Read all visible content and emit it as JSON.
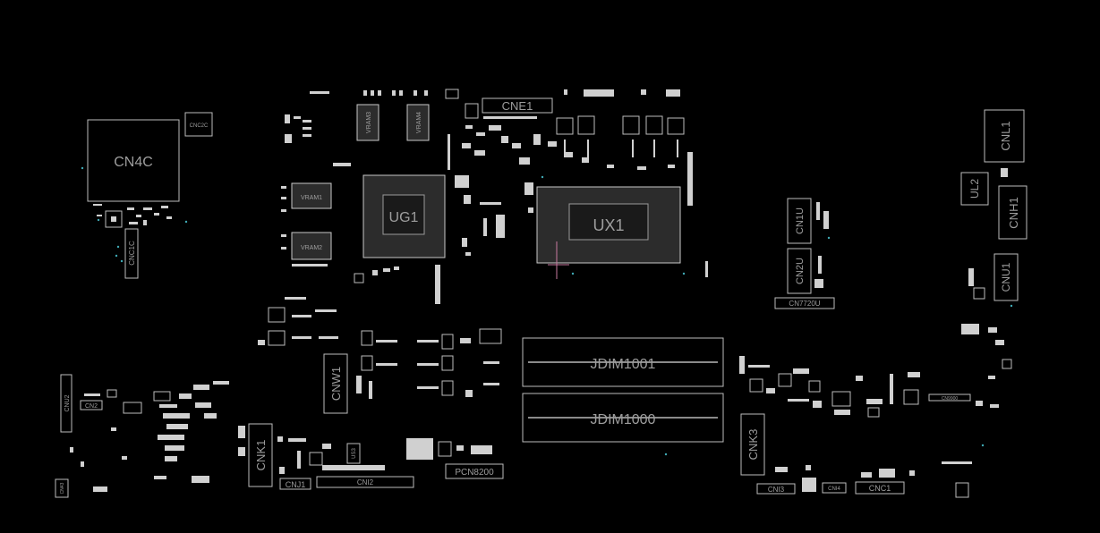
{
  "board": {
    "background": "#000000",
    "outline_color": "#bdbdbd",
    "label_color": "#9d9d9d",
    "via_color": "#3fa9b5"
  },
  "components": {
    "cn4c": "CN4C",
    "cnc2c": "CNC2C",
    "cnc1c": "CNC1C",
    "vram3": "VRAM3",
    "vram4": "VRAM4",
    "vram1": "VRAM1",
    "vram2": "VRAM2",
    "ug1": "UG1",
    "cne1": "CNE1",
    "ux1": "UX1",
    "cn1u": "CN1U",
    "cn2u": "CN2U",
    "cn7720u": "CN7720U",
    "cnl1": "CNL1",
    "ul2": "UL2",
    "cnh1": "CNH1",
    "cnu1": "CNU1",
    "cnu2": "CNU2",
    "cn2": "CN2",
    "cnw1": "CNW1",
    "jdim1001": "JDIM1001",
    "jdim1000": "JDIM1000",
    "cnk1": "CNK1",
    "cnj1": "CNJ1",
    "cni2": "CNI2",
    "us3": "US3",
    "pcn8200": "PCN8200",
    "cnk3": "CNK3",
    "cni3": "CNI3",
    "cni4": "CNI4",
    "cnc1": "CNC1",
    "cnp": "CN9900",
    "cn43": "CN43"
  }
}
